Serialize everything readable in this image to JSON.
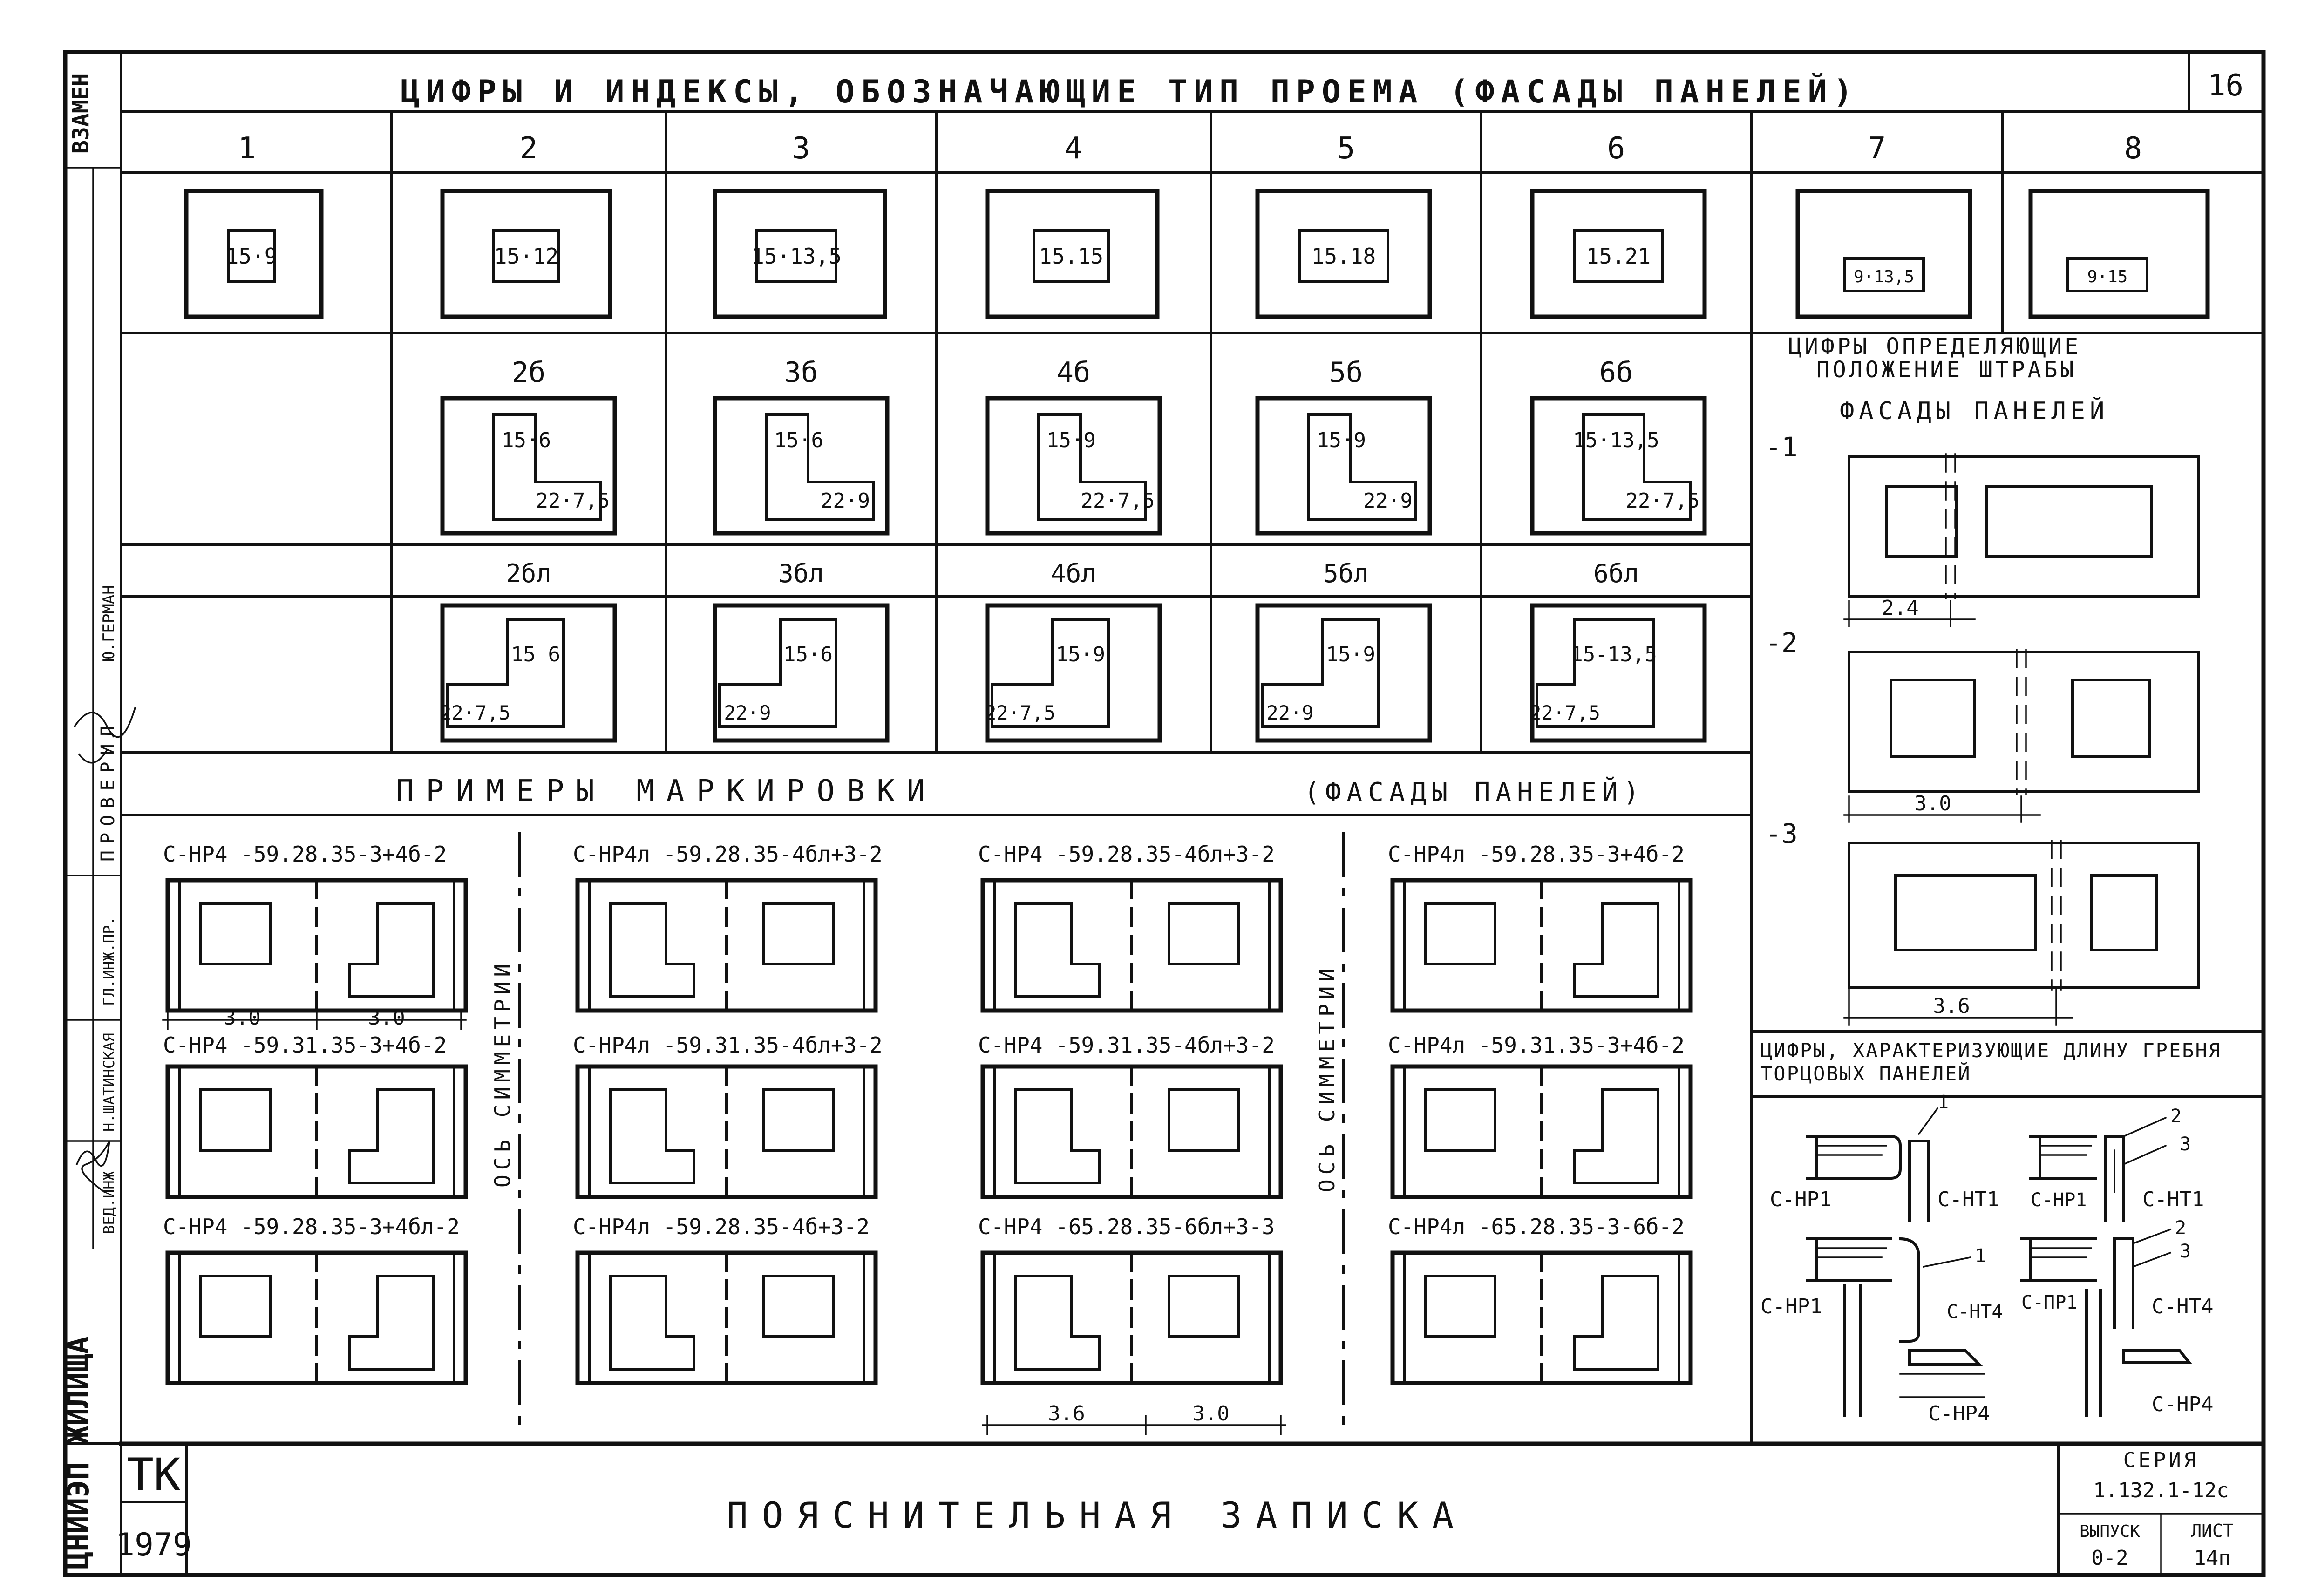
{
  "sheet": {
    "header_title": "ЦИФРЫ И ИНДЕКСЫ, ОБОЗНАЧАЮЩИЕ ТИП ПРОЕМА (ФАСАДЫ ПАНЕЛЕЙ)",
    "page_number": "16",
    "col_numbers": [
      "1",
      "2",
      "3",
      "4",
      "5",
      "6",
      "7",
      "8"
    ],
    "row1_labels": [
      "15·9",
      "15·12",
      "15·13,5",
      "15.15",
      "15.18",
      "15.21",
      "9·13,5",
      "9·15"
    ],
    "row2_headers": [
      "2б",
      "3б",
      "4б",
      "5б",
      "6б"
    ],
    "row2_top": [
      "15·6",
      "15·6",
      "15·9",
      "15·9",
      "15·13,5"
    ],
    "row2_bot": [
      "22·7,5",
      "22·9",
      "22·7,5",
      "22·9",
      "22·7,5"
    ],
    "row3_headers": [
      "2бл",
      "3бл",
      "4бл",
      "5бл",
      "6бл"
    ],
    "row3_top": [
      "15 6",
      "15·6",
      "15·9",
      "15·9",
      "15-13,5"
    ],
    "row3_bot": [
      "22·7,5",
      "22·9",
      "22·7,5",
      "22·9",
      "22·7,5"
    ],
    "examples_title": "ПРИМЕРЫ МАРКИРОВКИ",
    "examples_subtitle": "(ФАСАДЫ ПАНЕЛЕЙ)",
    "examples": [
      "С-НР4 -59.28.35-3+4б-2",
      "С-НР4л -59.28.35-4бл+3-2",
      "С-НР4 -59.28.35-4бл+3-2",
      "С-НР4л -59.28.35-3+4б-2",
      "С-НР4 -59.31.35-3+4б-2",
      "С-НР4л -59.31.35-4бл+3-2",
      "С-НР4 -59.31.35-4бл+3-2",
      "С-НР4л -59.31.35-3+4б-2",
      "С-НР4 -59.28.35-3+4бл-2",
      "С-НР4л -59.28.35-4б+3-2",
      "С-НР4 -65.28.35-6бл+3-3",
      "С-НР4л -65.28.35-3-6б-2"
    ],
    "dims": {
      "a": "3.0",
      "b": "3.0",
      "c": "3.6",
      "d": "3.0",
      "e": "2.4",
      "f": "3.0",
      "g": "3.6"
    },
    "axis_label": "ОСЬ СИММЕТРИИ",
    "right_title1": "ЦИФРЫ ОПРЕДЕЛЯЮЩИЕ ПОЛОЖЕНИЕ ШТРАБЫ",
    "right_title2": "ФАСАДЫ ПАНЕЛЕЙ",
    "shtraba_labels": [
      "-1",
      "-2",
      "-3"
    ],
    "right_title3": "ЦИФРЫ, ХАРАКТЕРИЗУЮЩИЕ ДЛИНУ ГРЕБНЯ ТОРЦОВЫХ ПАНЕЛЕЙ",
    "joint_labels": [
      "С-НР1",
      "С-НТ1",
      "С-НР1",
      "С-НТ1",
      "С-НР1",
      "С-НТ4",
      "С-ПР1",
      "С-НТ4",
      "С-НР4",
      "С-НР4"
    ],
    "joint_nums": [
      "1",
      "2",
      "3",
      "1",
      "2",
      "3"
    ],
    "left_strip": [
      "ВЗАМЕН",
      "Ю.ГЕРМАН",
      "ПРОВЕРИЛ",
      "ГЛ.ИНЖ.ПР.",
      "Н.ШАТИНСКАЯ",
      "ВЕД.ИНЖ",
      "ЦНИИЭП ЖИЛИЩА"
    ],
    "stamp_tk": "ТК",
    "stamp_year": "1979",
    "footer_title": "ПОЯСНИТЕЛЬНАЯ ЗАПИСКА",
    "series_label": "СЕРИЯ",
    "series_value": "1.132.1-12с",
    "issue_label": "ВЫПУСК",
    "issue_value": "0-2",
    "sheet_label": "ЛИСТ",
    "sheet_value": "14п"
  }
}
